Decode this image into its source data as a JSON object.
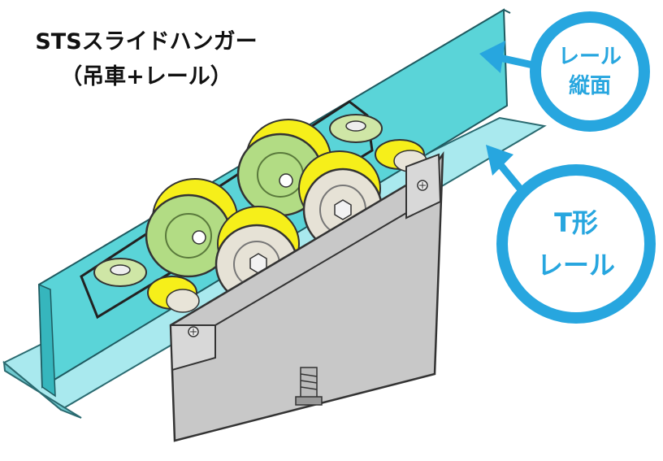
{
  "title": {
    "line1": "STSスライドハンガー",
    "line2": "（吊車+レール）"
  },
  "callouts": [
    {
      "line1": "レール",
      "line2": "縦面"
    },
    {
      "line1": "T形",
      "line2": "レール"
    }
  ],
  "colors": {
    "rail": "#5ad4d8",
    "callout": "#27a6df",
    "roller_yellow": "#f6ef1a",
    "wheel_green": "#b2dc84",
    "wheel_grey": "#e6e2d6",
    "body": "#c8c8c8"
  }
}
